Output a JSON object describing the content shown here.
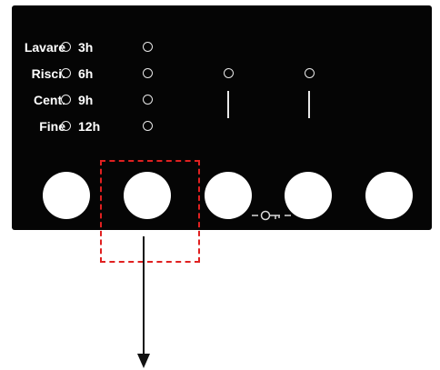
{
  "status_labels": [
    "Lavare",
    "Risci.",
    "Cent.",
    "Fine"
  ],
  "hour_labels": [
    "3h",
    "6h",
    "9h",
    "12h"
  ],
  "key_symbol": "- ⊖┬ -",
  "colors": {
    "panel": "#050505",
    "button": "#ffffff",
    "indicator": "#e8e8e8",
    "highlight": "#e02020",
    "arrow": "#111111"
  },
  "icons": [
    "key-icon",
    "arrow-down-icon"
  ]
}
